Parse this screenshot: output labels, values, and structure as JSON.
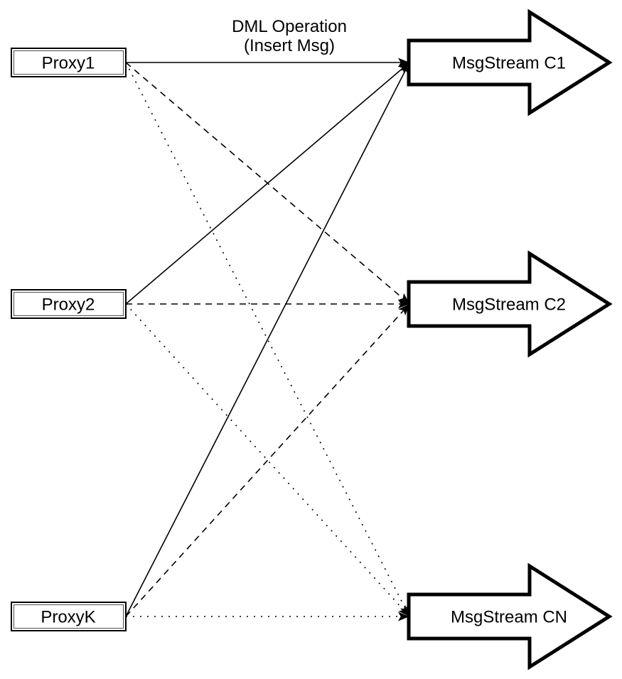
{
  "diagram": {
    "caption": {
      "line1": "DML Operation",
      "line2": "(Insert Msg)"
    },
    "proxies": [
      {
        "id": "proxy1",
        "label": "Proxy1"
      },
      {
        "id": "proxy2",
        "label": "Proxy2"
      },
      {
        "id": "proxyk",
        "label": "ProxyK"
      }
    ],
    "streams": [
      {
        "id": "c1",
        "label": "MsgStream C1",
        "incoming_line_style": "solid"
      },
      {
        "id": "c2",
        "label": "MsgStream C2",
        "incoming_line_style": "dashed"
      },
      {
        "id": "cn",
        "label": "MsgStream CN",
        "incoming_line_style": "dotted"
      }
    ],
    "edges": [
      {
        "from": "Proxy1",
        "to": "MsgStream C1",
        "style": "solid"
      },
      {
        "from": "Proxy1",
        "to": "MsgStream C2",
        "style": "dashed"
      },
      {
        "from": "Proxy1",
        "to": "MsgStream CN",
        "style": "dotted"
      },
      {
        "from": "Proxy2",
        "to": "MsgStream C1",
        "style": "solid"
      },
      {
        "from": "Proxy2",
        "to": "MsgStream C2",
        "style": "dashed"
      },
      {
        "from": "Proxy2",
        "to": "MsgStream CN",
        "style": "dotted"
      },
      {
        "from": "ProxyK",
        "to": "MsgStream C1",
        "style": "solid"
      },
      {
        "from": "ProxyK",
        "to": "MsgStream C2",
        "style": "dashed"
      },
      {
        "from": "ProxyK",
        "to": "MsgStream CN",
        "style": "dotted"
      }
    ],
    "colors": {
      "stroke": "#000000",
      "fill": "#ffffff",
      "background": "#ffffff"
    }
  }
}
